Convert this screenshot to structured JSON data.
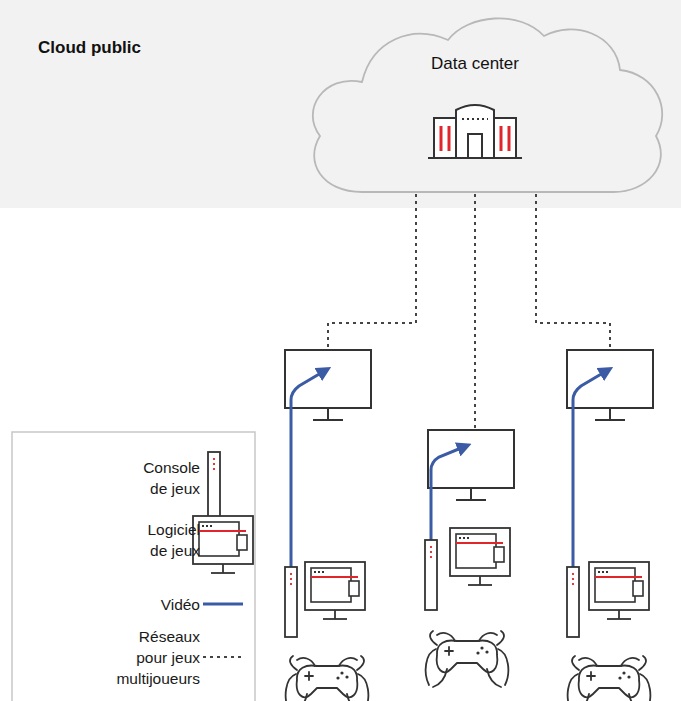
{
  "diagram": {
    "nodes": [
      {
        "text": [
          "Cloud public"
        ]
      },
      {
        "text": [
          "Data center"
        ],
        "in": 0
      }
    ],
    "legend": [
      {
        "text": "Console de jeux"
      },
      {
        "text": "Logiciel de jeux"
      },
      {
        "text": "Vidéo"
      },
      {
        "text": "Réseaux pour jeux multijoueurs"
      }
    ]
  }
}
